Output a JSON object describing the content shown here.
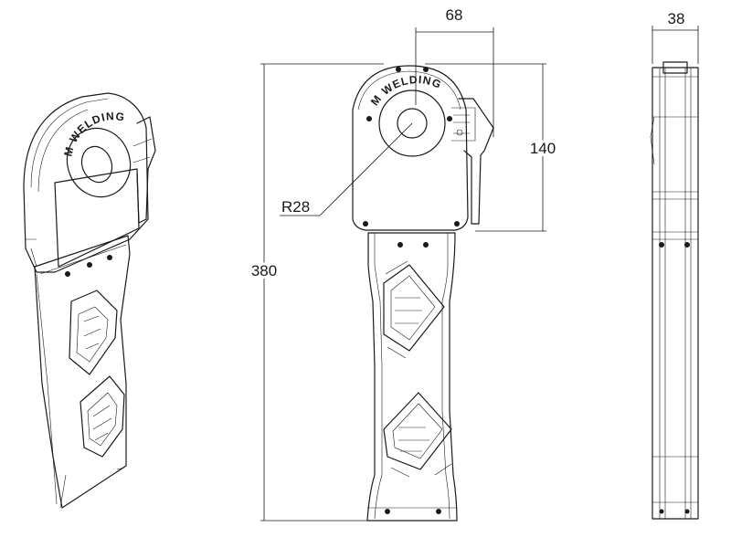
{
  "drawing": {
    "brand_text": "M WELDING",
    "dimensions": {
      "width_top": "68",
      "height_head": "140",
      "height_total": "380",
      "radius": "R28",
      "depth": "38"
    }
  }
}
